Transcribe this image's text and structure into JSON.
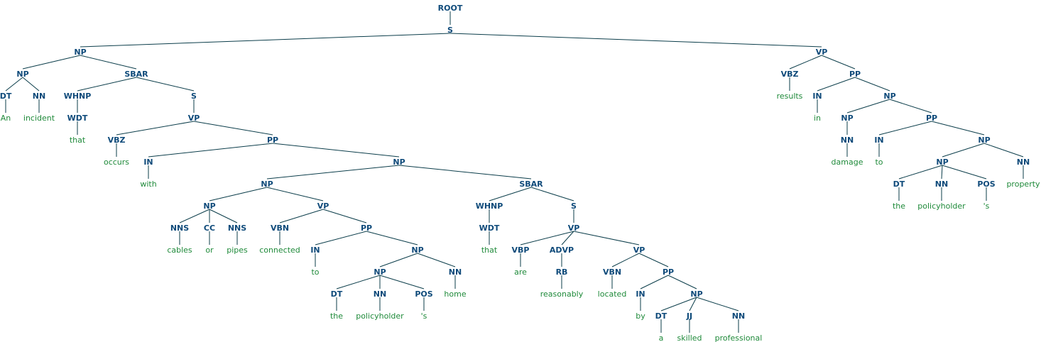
{
  "tree": {
    "nodes": [
      {
        "id": "n0",
        "label": "ROOT"
      },
      {
        "id": "n1",
        "label": "S"
      },
      {
        "id": "n2",
        "label": "NP"
      },
      {
        "id": "n3",
        "label": "NP"
      },
      {
        "id": "n4",
        "label": "DT"
      },
      {
        "id": "n5",
        "label": "An",
        "leaf": true
      },
      {
        "id": "n6",
        "label": "NN"
      },
      {
        "id": "n7",
        "label": "incident",
        "leaf": true
      },
      {
        "id": "n8",
        "label": "SBAR"
      },
      {
        "id": "n9",
        "label": "WHNP"
      },
      {
        "id": "n10",
        "label": "WDT"
      },
      {
        "id": "n11",
        "label": "that",
        "leaf": true
      },
      {
        "id": "n12",
        "label": "S"
      },
      {
        "id": "n13",
        "label": "VP"
      },
      {
        "id": "n14",
        "label": "VBZ"
      },
      {
        "id": "n15",
        "label": "occurs",
        "leaf": true
      },
      {
        "id": "n16",
        "label": "PP"
      },
      {
        "id": "n17",
        "label": "IN"
      },
      {
        "id": "n18",
        "label": "with",
        "leaf": true
      },
      {
        "id": "n19",
        "label": "NP"
      },
      {
        "id": "n20",
        "label": "NP"
      },
      {
        "id": "n21",
        "label": "NP"
      },
      {
        "id": "n22",
        "label": "NNS"
      },
      {
        "id": "n23",
        "label": "cables",
        "leaf": true
      },
      {
        "id": "n24",
        "label": "CC"
      },
      {
        "id": "n25",
        "label": "or",
        "leaf": true
      },
      {
        "id": "n26",
        "label": "NNS"
      },
      {
        "id": "n27",
        "label": "pipes",
        "leaf": true
      },
      {
        "id": "n28",
        "label": "VP"
      },
      {
        "id": "n29",
        "label": "VBN"
      },
      {
        "id": "n30",
        "label": "connected",
        "leaf": true
      },
      {
        "id": "n31",
        "label": "PP"
      },
      {
        "id": "n32",
        "label": "IN"
      },
      {
        "id": "n33",
        "label": "to",
        "leaf": true
      },
      {
        "id": "n34",
        "label": "NP"
      },
      {
        "id": "n35",
        "label": "NP"
      },
      {
        "id": "n36",
        "label": "DT"
      },
      {
        "id": "n37",
        "label": "the",
        "leaf": true
      },
      {
        "id": "n38",
        "label": "NN"
      },
      {
        "id": "n39",
        "label": "policyholder",
        "leaf": true
      },
      {
        "id": "n40",
        "label": "POS"
      },
      {
        "id": "n41",
        "label": "'s",
        "leaf": true
      },
      {
        "id": "n42",
        "label": "NN"
      },
      {
        "id": "n43",
        "label": "home",
        "leaf": true
      },
      {
        "id": "n44",
        "label": "SBAR"
      },
      {
        "id": "n45",
        "label": "WHNP"
      },
      {
        "id": "n46",
        "label": "WDT"
      },
      {
        "id": "n47",
        "label": "that",
        "leaf": true
      },
      {
        "id": "n48",
        "label": "S"
      },
      {
        "id": "n49",
        "label": "VP"
      },
      {
        "id": "n50",
        "label": "VBP"
      },
      {
        "id": "n51",
        "label": "are",
        "leaf": true
      },
      {
        "id": "n52",
        "label": "ADVP"
      },
      {
        "id": "n53",
        "label": "RB"
      },
      {
        "id": "n54",
        "label": "reasonably",
        "leaf": true
      },
      {
        "id": "n55",
        "label": "VP"
      },
      {
        "id": "n56",
        "label": "VBN"
      },
      {
        "id": "n57",
        "label": "located",
        "leaf": true
      },
      {
        "id": "n58",
        "label": "PP"
      },
      {
        "id": "n59",
        "label": "IN"
      },
      {
        "id": "n60",
        "label": "by",
        "leaf": true
      },
      {
        "id": "n61",
        "label": "NP"
      },
      {
        "id": "n62",
        "label": "DT"
      },
      {
        "id": "n63",
        "label": "a",
        "leaf": true
      },
      {
        "id": "n64",
        "label": "JJ"
      },
      {
        "id": "n65",
        "label": "skilled",
        "leaf": true
      },
      {
        "id": "n66",
        "label": "NN"
      },
      {
        "id": "n67",
        "label": "professional",
        "leaf": true
      },
      {
        "id": "n68",
        "label": "VP"
      },
      {
        "id": "n69",
        "label": "VBZ"
      },
      {
        "id": "n70",
        "label": "results",
        "leaf": true
      },
      {
        "id": "n71",
        "label": "PP"
      },
      {
        "id": "n72",
        "label": "IN"
      },
      {
        "id": "n73",
        "label": "in",
        "leaf": true
      },
      {
        "id": "n74",
        "label": "NP"
      },
      {
        "id": "n75",
        "label": "NP"
      },
      {
        "id": "n76",
        "label": "NN"
      },
      {
        "id": "n77",
        "label": "damage",
        "leaf": true
      },
      {
        "id": "n78",
        "label": "PP"
      },
      {
        "id": "n79",
        "label": "IN"
      },
      {
        "id": "n80",
        "label": "to",
        "leaf": true
      },
      {
        "id": "n81",
        "label": "NP"
      },
      {
        "id": "n82",
        "label": "NP"
      },
      {
        "id": "n83",
        "label": "DT"
      },
      {
        "id": "n84",
        "label": "the",
        "leaf": true
      },
      {
        "id": "n85",
        "label": "NN"
      },
      {
        "id": "n86",
        "label": "policyholder",
        "leaf": true
      },
      {
        "id": "n87",
        "label": "POS"
      },
      {
        "id": "n88",
        "label": "'s",
        "leaf": true
      },
      {
        "id": "n89",
        "label": "NN"
      },
      {
        "id": "n90",
        "label": "property",
        "leaf": true
      }
    ],
    "colors": {
      "category": "#0e4a7a",
      "word": "#1f8a3a",
      "edge": "#0b3d4a"
    }
  }
}
